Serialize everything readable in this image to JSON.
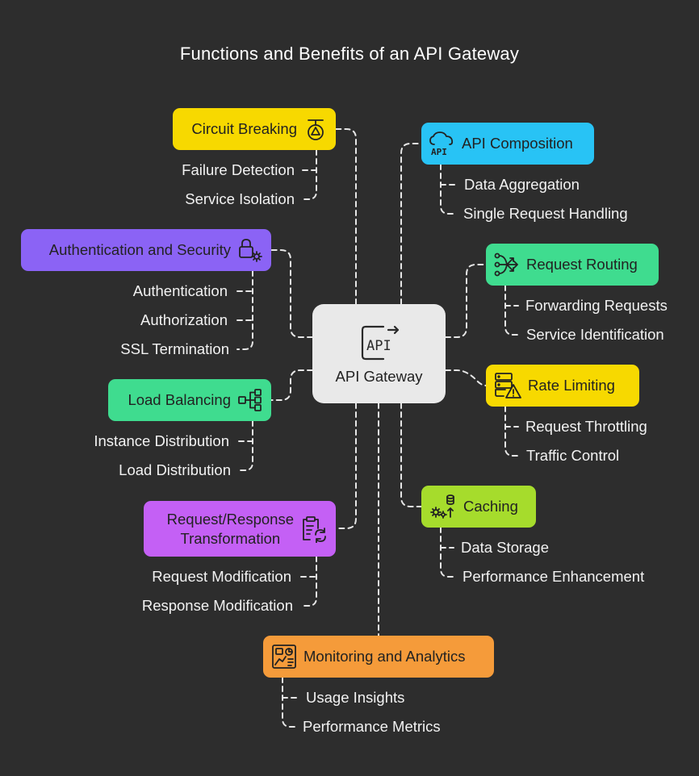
{
  "title": "Functions and Benefits of an API Gateway",
  "center": {
    "label": "API Gateway",
    "icon": "api-door-icon"
  },
  "nodes": {
    "circuit_breaking": {
      "label": "Circuit Breaking",
      "color": "#f7d900",
      "icon": "traffic-light-icon",
      "items": [
        "Failure Detection",
        "Service Isolation"
      ]
    },
    "authentication_security": {
      "label": "Authentication and Security",
      "color": "#8b63f5",
      "icon": "lock-gear-icon",
      "items": [
        "Authentication",
        "Authorization",
        "SSL Termination"
      ]
    },
    "load_balancing": {
      "label": "Load Balancing",
      "color": "#3fdc8f",
      "icon": "network-tree-icon",
      "items": [
        "Instance Distribution",
        "Load Distribution"
      ]
    },
    "transformation": {
      "label_line1": "Request/Response",
      "label_line2": "Transformation",
      "color": "#c460f5",
      "icon": "clipboard-refresh-icon",
      "items": [
        "Request Modification",
        "Response Modification"
      ]
    },
    "monitoring": {
      "label": "Monitoring and Analytics",
      "color": "#f59b3a",
      "icon": "dashboard-icon",
      "items": [
        "Usage Insights",
        "Performance Metrics"
      ]
    },
    "api_composition": {
      "label": "API Composition",
      "color": "#28c3f5",
      "icon": "cloud-api-icon",
      "items": [
        "Data Aggregation",
        "Single Request Handling"
      ]
    },
    "request_routing": {
      "label": "Request Routing",
      "color": "#3fdc8f",
      "icon": "routing-arrows-icon",
      "items": [
        "Forwarding Requests",
        "Service Identification"
      ]
    },
    "rate_limiting": {
      "label": "Rate Limiting",
      "color": "#f7d900",
      "icon": "server-warning-icon",
      "items": [
        "Request Throttling",
        "Traffic Control"
      ]
    },
    "caching": {
      "label": "Caching",
      "color": "#a6dc2c",
      "icon": "cache-gears-icon",
      "items": [
        "Data Storage",
        "Performance Enhancement"
      ]
    }
  }
}
